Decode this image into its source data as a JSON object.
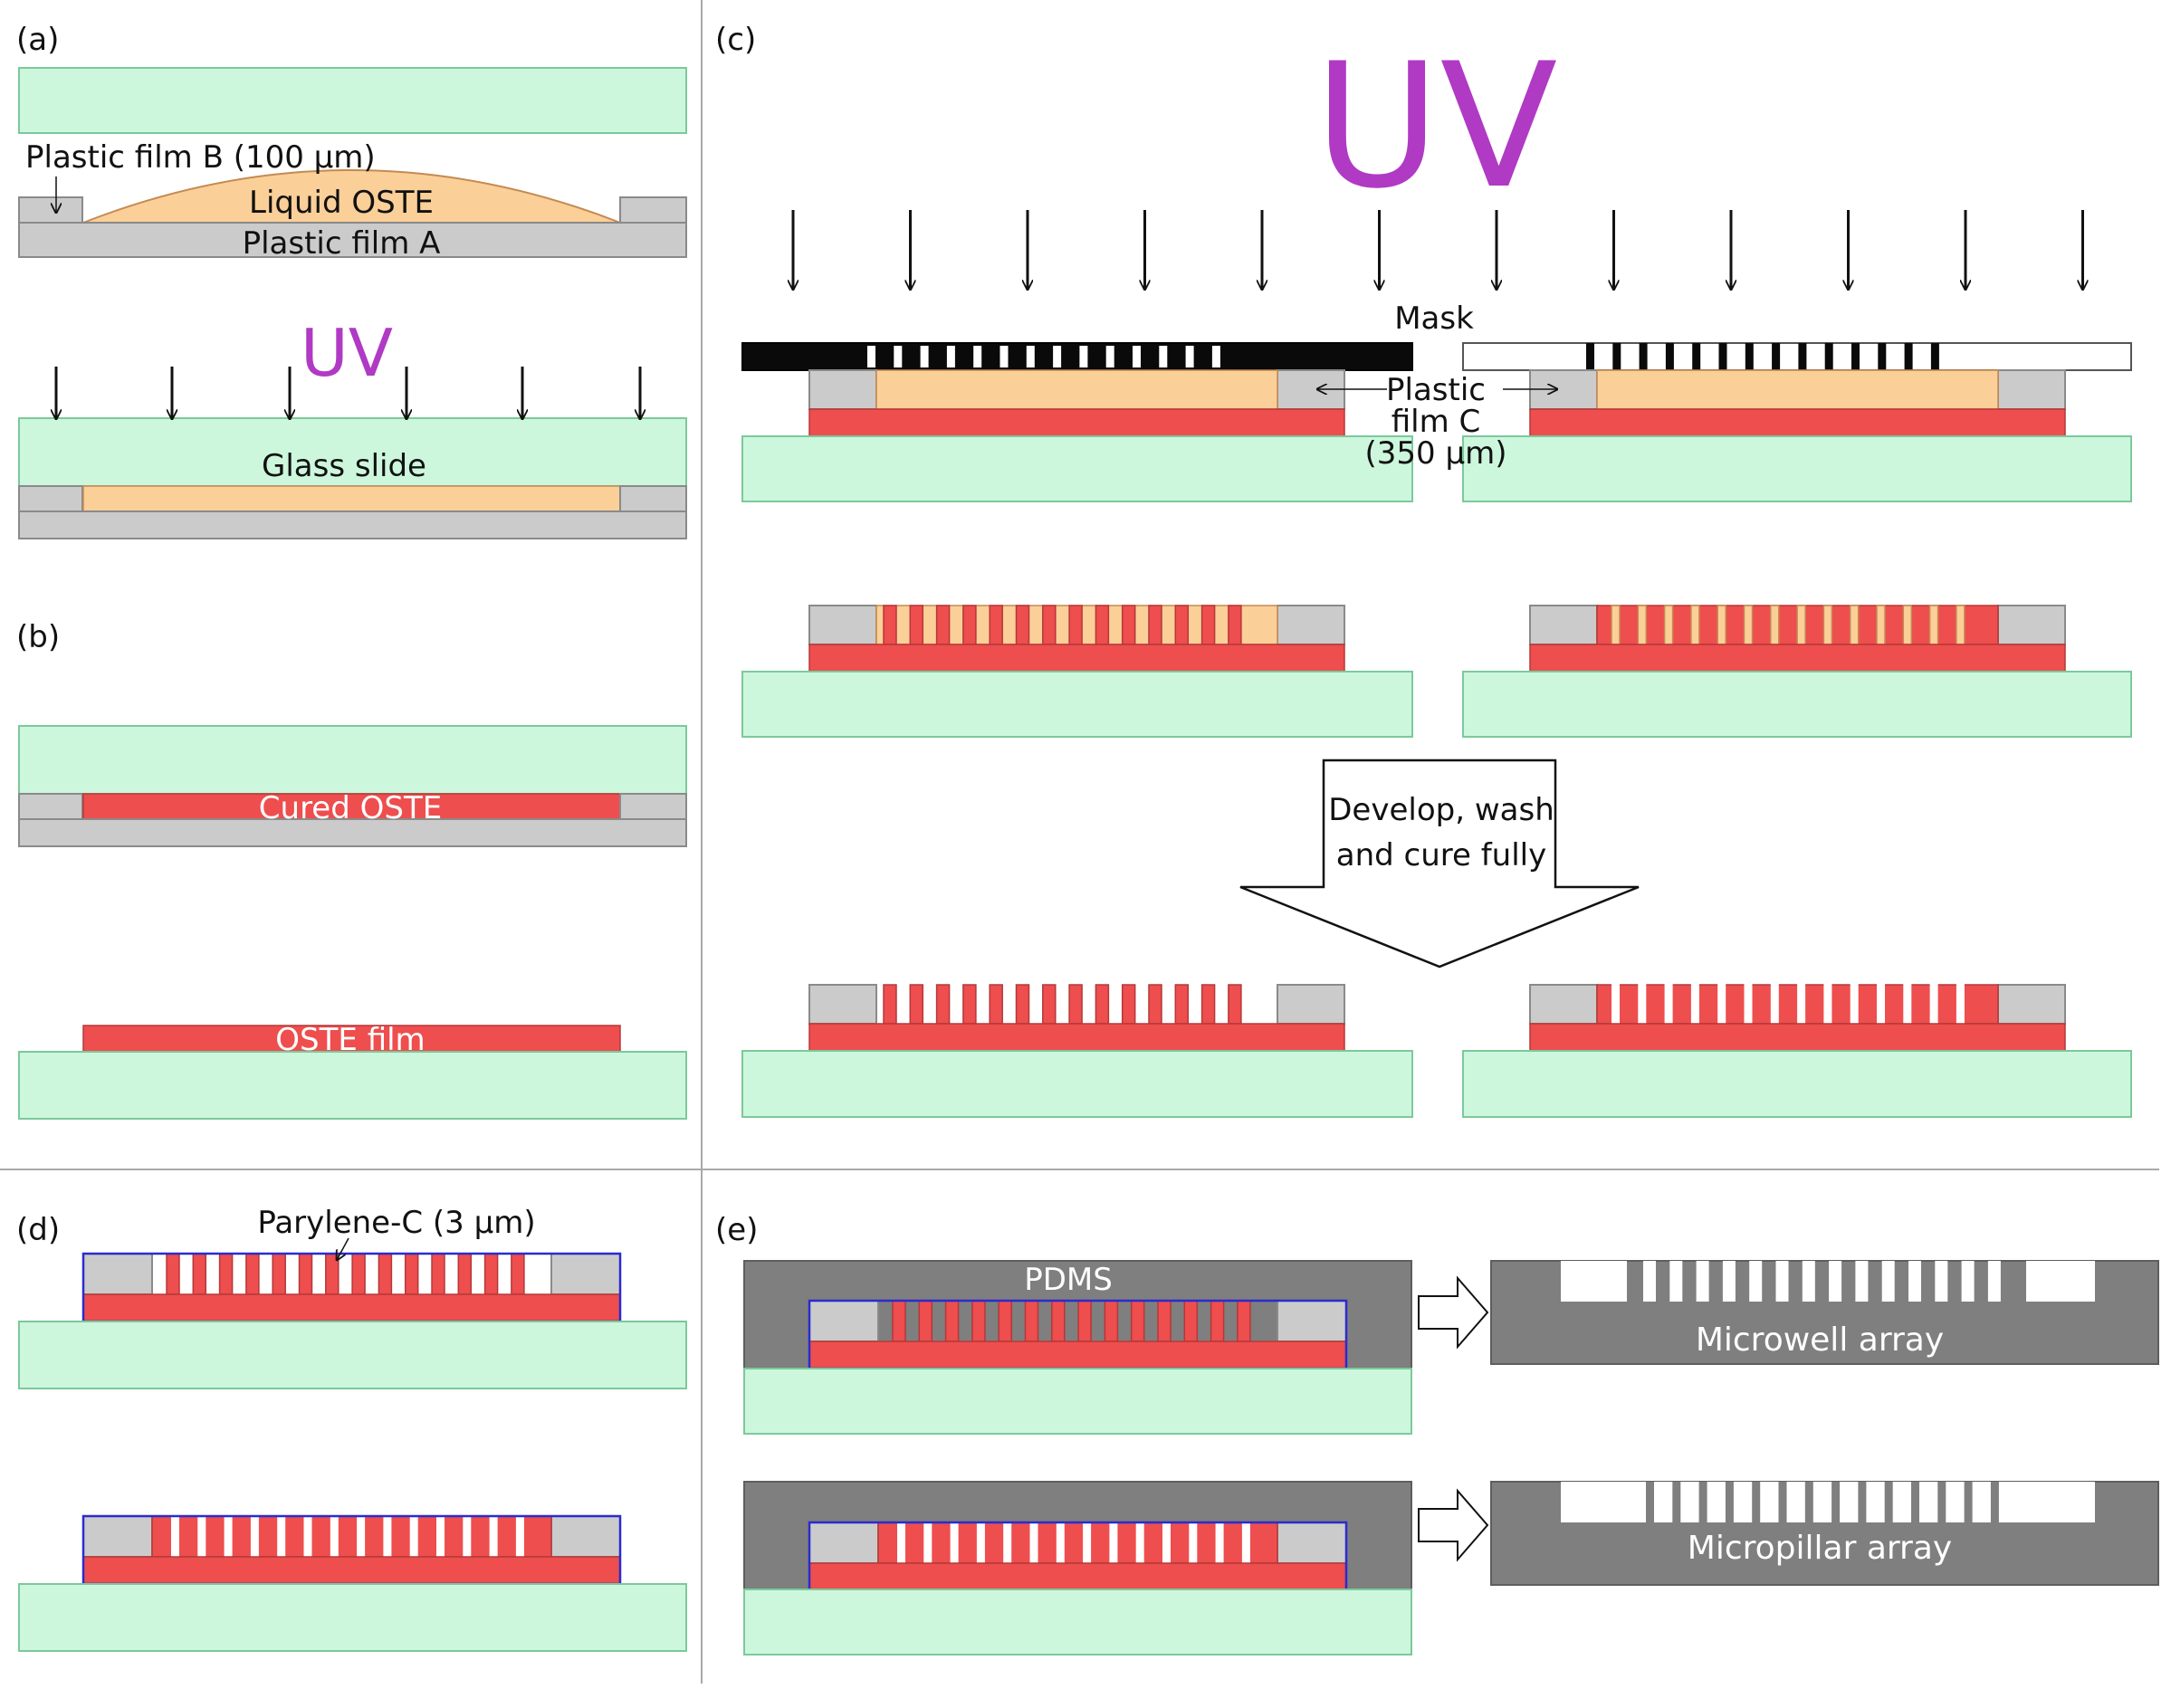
{
  "colors": {
    "glass": "#ccf7dd",
    "glass_edge": "#7cc99a",
    "film": "#cbcbcb",
    "liquid_oste": "#fbcf98",
    "cured_oste": "#ee4e4e",
    "pdms": "#7f7f7f",
    "parylene": "#2b2bd0",
    "uv": "#b03ac4",
    "divider": "#a9a9a9"
  },
  "panels": {
    "a": "(a)",
    "b": "(b)",
    "c": "(c)",
    "d": "(d)",
    "e": "(e)"
  },
  "labels": {
    "plastic_film_b": "Plastic film B (100 µm)",
    "liquid_oste": "Liquid OSTE",
    "plastic_film_a": "Plastic film A",
    "uv_small": "UV",
    "glass_slide": "Glass slide",
    "cured_oste": "Cured OSTE",
    "oste_film": "OSTE film",
    "uv_large": "UV",
    "mask": "Mask",
    "plastic_film_c_1": "Plastic",
    "plastic_film_c_2": "film C",
    "plastic_film_c_3": "(350 µm)",
    "develop_1": "Develop, wash",
    "develop_2": "and cure fully",
    "parylene": "Parylene-C (3 µm)",
    "pdms": "PDMS",
    "microwell": "Microwell array",
    "micropillar": "Micropillar array"
  },
  "icons": {
    "uv_arrow": "down-arrow-icon",
    "process_arrow": "right-arrow-icon"
  }
}
